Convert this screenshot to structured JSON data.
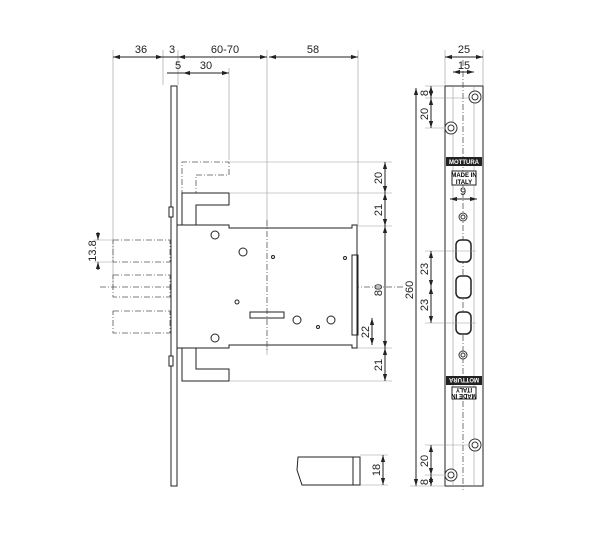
{
  "dimensions": {
    "top": {
      "d36": "36",
      "d3": "3",
      "d60_70": "60-70",
      "d58": "58",
      "d5": "5",
      "d30": "30"
    },
    "right": {
      "d20": "20",
      "d21a": "21",
      "d80": "80",
      "d22": "22",
      "d21b": "21",
      "d18": "18"
    },
    "left": {
      "d13_8": "13.8"
    },
    "strike": {
      "d25": "25",
      "d15": "15",
      "d8a": "8",
      "d20a": "20",
      "d9": "9",
      "d23a": "23",
      "d23b": "23",
      "d260": "260",
      "d20b": "20",
      "d8b": "8"
    }
  },
  "labels": {
    "brand": "MOTTURA",
    "made_in_1": "MADE IN",
    "made_in_2": "ITALY"
  }
}
